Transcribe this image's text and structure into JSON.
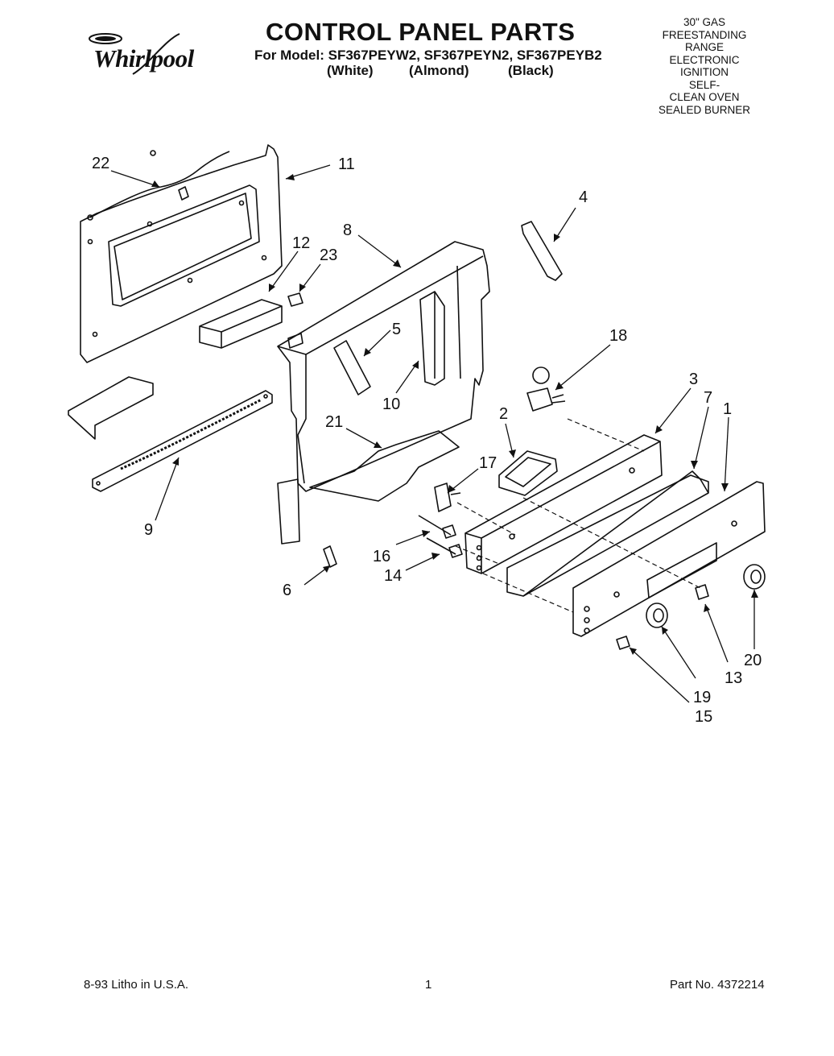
{
  "brand": "Whirlpool",
  "title": "CONTROL PANEL PARTS",
  "model_line": "For Model: SF367PEYW2, SF367PEYN2, SF367PEYB2",
  "variants": [
    "(White)",
    "(Almond)",
    "(Black)"
  ],
  "spec_lines": [
    "30\" GAS",
    "FREESTANDING",
    "RANGE",
    "ELECTRONIC",
    "IGNITION",
    "SELF-",
    "CLEAN OVEN",
    "SEALED BURNER"
  ],
  "callouts": [
    "22",
    "11",
    "4",
    "8",
    "12",
    "23",
    "5",
    "18",
    "10",
    "3",
    "7",
    "1",
    "2",
    "21",
    "17",
    "9",
    "16",
    "14",
    "6",
    "20",
    "13",
    "19",
    "15"
  ],
  "footer": {
    "left": "8-93  Litho in U.S.A.",
    "page": "1",
    "part_no": "Part No. 4372214"
  }
}
